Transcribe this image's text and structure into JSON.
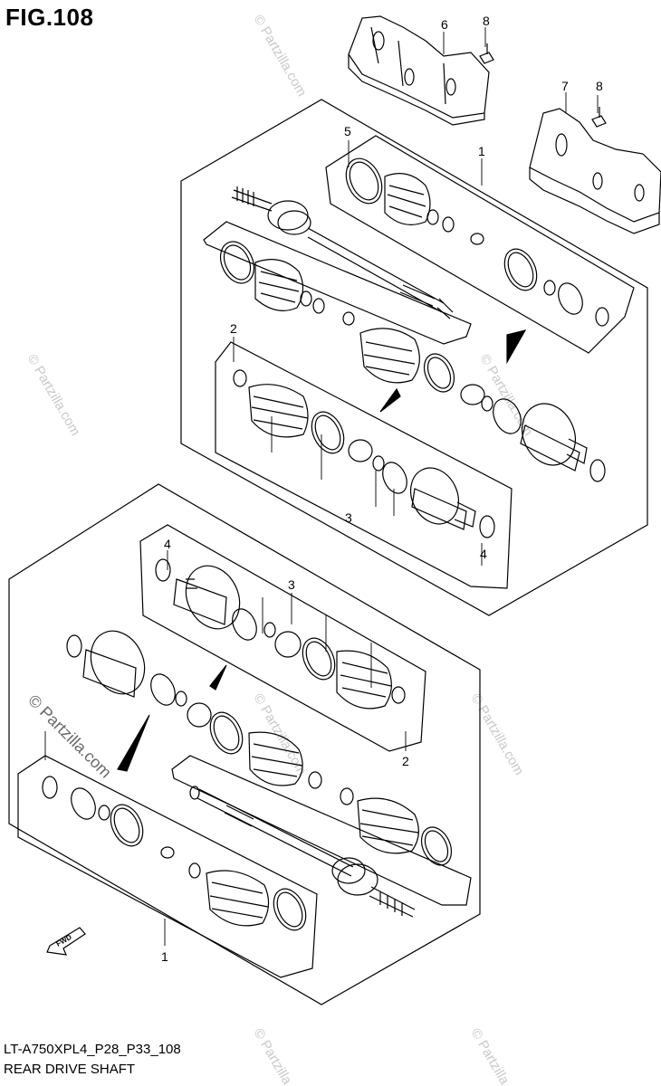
{
  "figure": {
    "title": "FIG.108"
  },
  "footer": {
    "model_code": "LT-A750XPL4_P28_P33_108",
    "name": "REAR DRIVE SHAFT"
  },
  "callouts": [
    "6",
    "8",
    "7",
    "8",
    "5",
    "1",
    "2",
    "3",
    "4",
    "4",
    "3",
    "2",
    "1"
  ],
  "watermark": {
    "text": "© Partzilla.com"
  },
  "fwd_marker": {
    "label": "FWD"
  },
  "colors": {
    "line": "#000000",
    "watermark_light": "#c9c9c9",
    "watermark_dark": "#6a6a6a"
  }
}
